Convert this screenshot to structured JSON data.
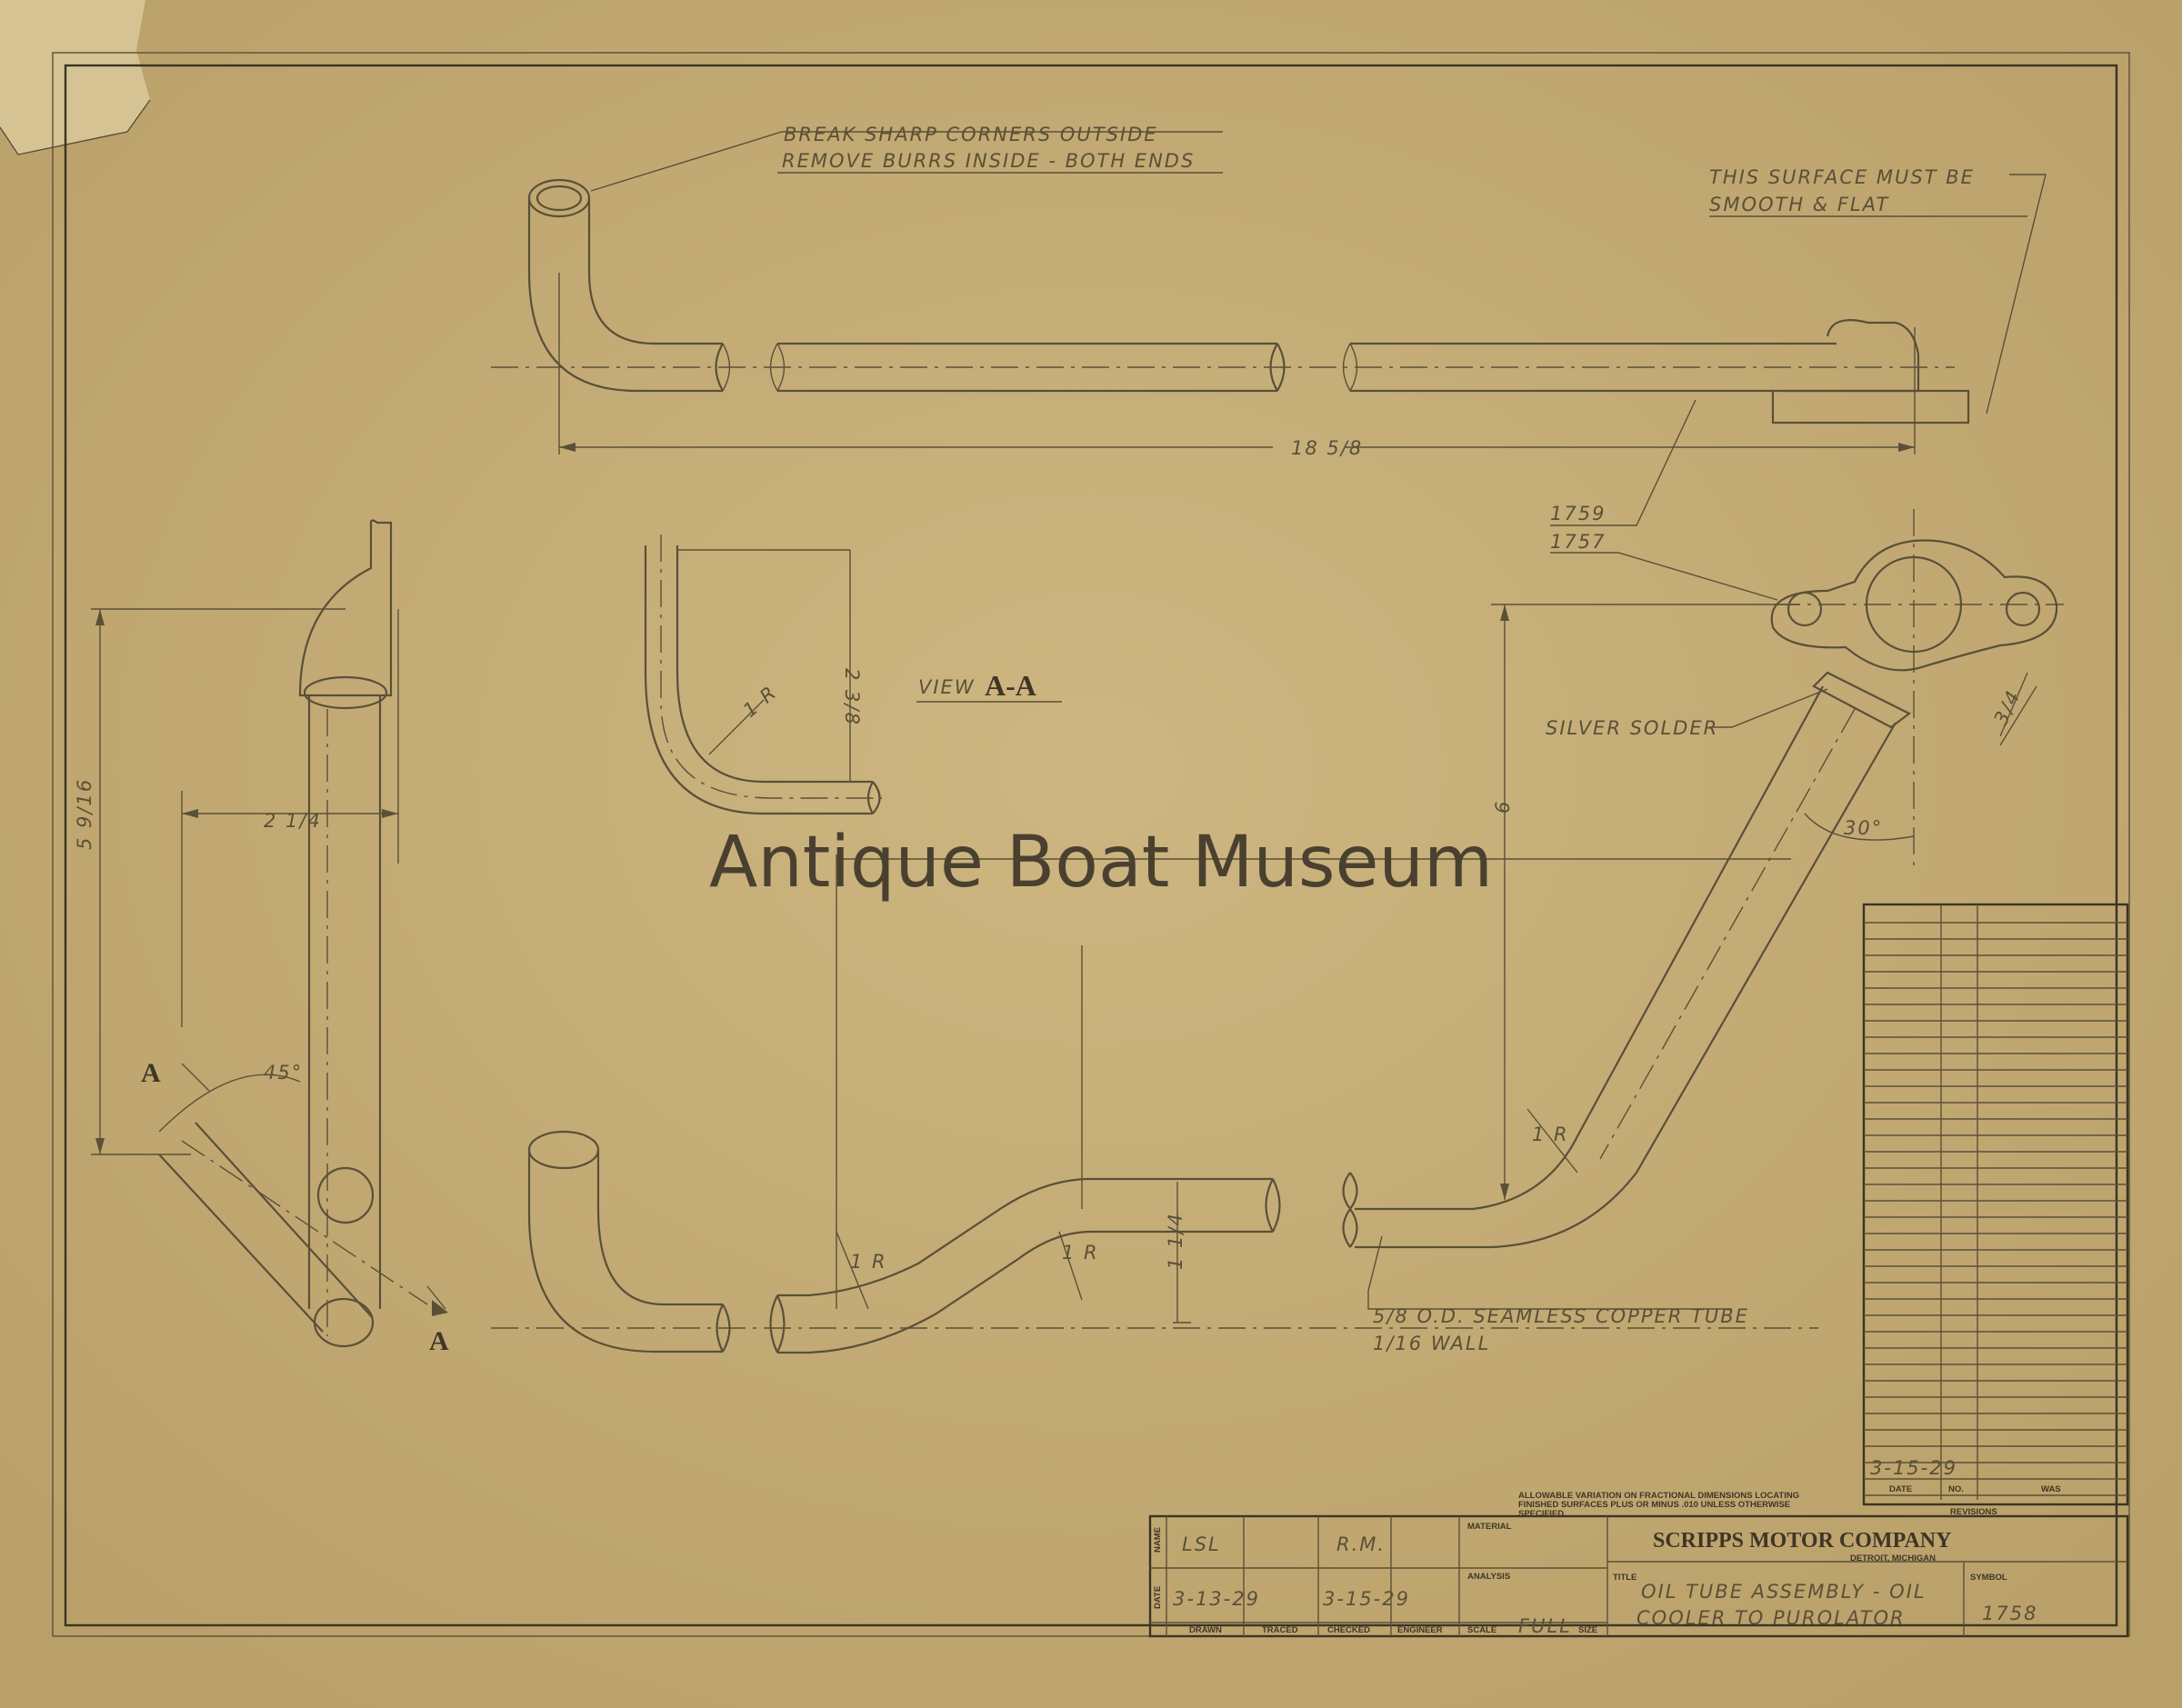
{
  "notes": {
    "break_corners_1": "BREAK SHARP CORNERS OUTSIDE",
    "break_corners_2": "REMOVE BURRS INSIDE - BOTH ENDS",
    "surface_1": "THIS SURFACE MUST BE",
    "surface_2": "SMOOTH & FLAT",
    "part_1759": "1759",
    "part_1757": "1757",
    "silver_solder": "SILVER SOLDER",
    "tube_1": "5/8 O.D. SEAMLESS COPPER TUBE",
    "tube_2": "1/16 WALL",
    "view_label": "VIEW",
    "view_letters": "A-A",
    "section_a_top": "A",
    "section_a_bottom": "A",
    "allowable": "ALLOWABLE VARIATION ON FRACTIONAL DIMENSIONS LOCATING",
    "allowable_2": "FINISHED SURFACES PLUS OR MINUS .010 UNLESS OTHERWISE",
    "allowable_3": "SPECIFIED."
  },
  "dimensions": {
    "overall_length": "18 5/8",
    "left_height": "5 9/16",
    "left_width": "2 1/4",
    "angle_45": "45°",
    "view_height": "2 3/8",
    "view_radius": "1 R",
    "right_height": "6",
    "flange_width": "3/4",
    "angle_30": "30°",
    "radius_1": "1 R",
    "radius_2": "1 R",
    "radius_3": "1 R",
    "offset": "1 1/4"
  },
  "title_block": {
    "company": "SCRIPPS MOTOR COMPANY",
    "location": "DETROIT, MICHIGAN",
    "name_label": "NAME",
    "date_label": "DATE",
    "drawn_name": "LSL",
    "checked_name": "R.M.",
    "drawn_date": "3-13-29",
    "checked_date": "3-15-29",
    "drawn_label": "DRAWN",
    "traced_label": "TRACED",
    "checked_label": "CHECKED",
    "engineer_label": "ENGINEER",
    "scale_label": "SCALE",
    "scale_value": "FULL",
    "size_label": "SIZE",
    "material_label": "MATERIAL",
    "analysis_label": "ANALYSIS",
    "title_label": "TITLE",
    "title_1": "OIL TUBE ASSEMBLY - OIL",
    "title_2": "COOLER TO PUROLATOR",
    "symbol_label": "SYMBOL",
    "symbol_value": "1758"
  },
  "revisions": {
    "heading": "REVISIONS",
    "date_col": "DATE",
    "no_col": "NO.",
    "was_col": "WAS",
    "entry_date": "3-15-29"
  },
  "watermark": "Antique Boat Museum"
}
